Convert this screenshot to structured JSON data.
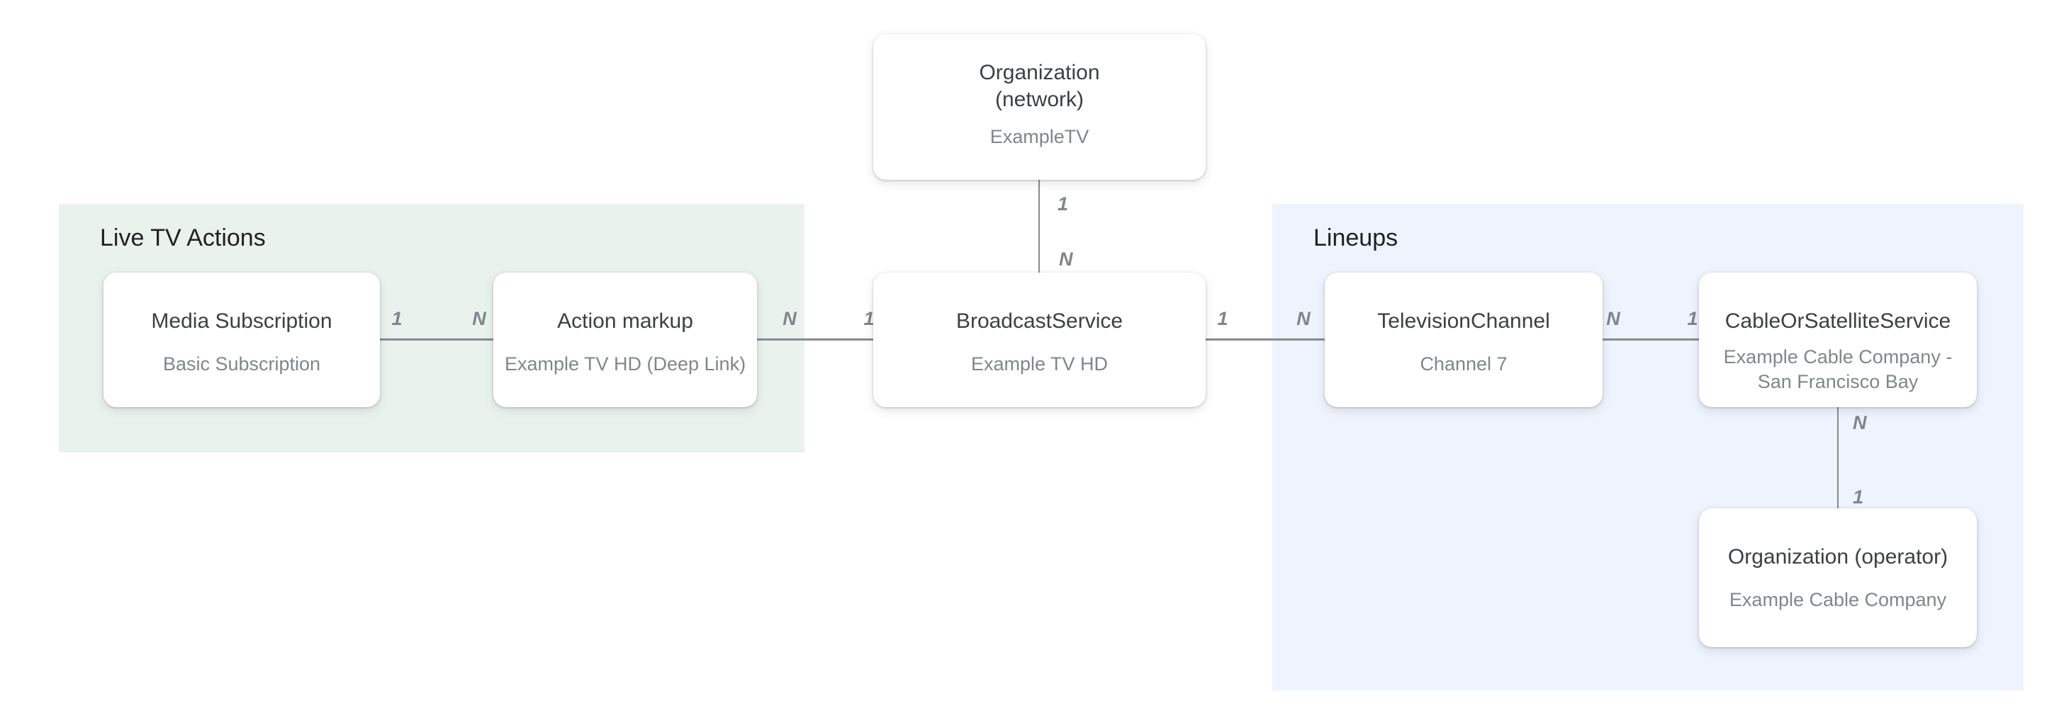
{
  "regions": {
    "live_tv_actions": {
      "label": "Live TV Actions",
      "background": "#eaf2ed"
    },
    "lineups": {
      "label": "Lineups",
      "background": "#eff3fd"
    }
  },
  "nodes": [
    {
      "id": "organization-network",
      "title": "Organization (network)",
      "subtitle": "ExampleTV"
    },
    {
      "id": "media-subscription",
      "title": "Media Subscription",
      "subtitle": "Basic Subscription"
    },
    {
      "id": "action-markup",
      "title": "Action markup",
      "subtitle": "Example TV HD (Deep Link)"
    },
    {
      "id": "broadcast-service",
      "title": "BroadcastService",
      "subtitle": "Example TV HD"
    },
    {
      "id": "television-channel",
      "title": "TelevisionChannel",
      "subtitle": "Channel 7"
    },
    {
      "id": "cable-or-satellite-service",
      "title": "CableOrSatelliteService",
      "subtitle": "Example Cable Company - San Francisco Bay"
    },
    {
      "id": "organization-operator",
      "title": "Organization (operator)",
      "subtitle": "Example Cable Company"
    }
  ],
  "edges": [
    {
      "from": "organization-network",
      "to": "broadcast-service",
      "from_card": "1",
      "to_card": "N",
      "orientation": "vertical"
    },
    {
      "from": "media-subscription",
      "to": "action-markup",
      "from_card": "1",
      "to_card": "N",
      "orientation": "horizontal"
    },
    {
      "from": "action-markup",
      "to": "broadcast-service",
      "from_card": "N",
      "to_card": "1",
      "orientation": "horizontal"
    },
    {
      "from": "broadcast-service",
      "to": "television-channel",
      "from_card": "1",
      "to_card": "N",
      "orientation": "horizontal"
    },
    {
      "from": "television-channel",
      "to": "cable-or-satellite-service",
      "from_card": "N",
      "to_card": "1",
      "orientation": "horizontal"
    },
    {
      "from": "cable-or-satellite-service",
      "to": "organization-operator",
      "from_card": "N",
      "to_card": "1",
      "orientation": "vertical"
    }
  ],
  "colors": {
    "page_background": "#ffffff",
    "node_background": "#ffffff",
    "node_title": "#3c4043",
    "node_subtitle": "#80868b",
    "region_heading": "#202124",
    "connector_line": "#868b90",
    "cardinality_label": "#80868b",
    "live_tv_actions_background": "#eaf2ed",
    "lineups_background": "#eff3fd"
  }
}
